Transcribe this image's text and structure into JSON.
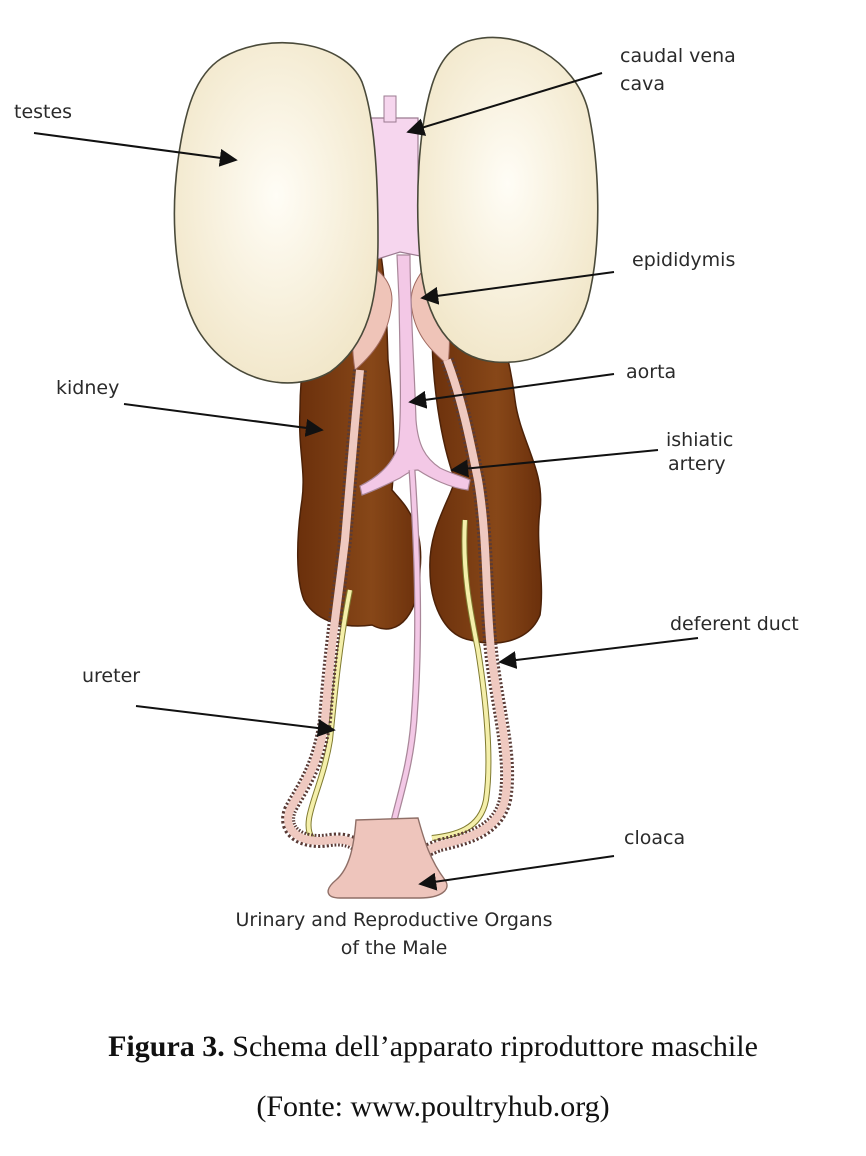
{
  "labels": {
    "testes": "testes",
    "caudal_vena_cava_line1": "caudal vena",
    "caudal_vena_cava_line2": "cava",
    "epididymis": "epididymis",
    "kidney": "kidney",
    "aorta": "aorta",
    "ishiatic_artery_line1": "ishiatic",
    "ishiatic_artery_line2": "artery",
    "deferent_duct": "deferent duct",
    "ureter": "ureter",
    "cloaca": "cloaca"
  },
  "inner_title": {
    "line1": "Urinary and Reproductive Organs",
    "line2": "of the Male"
  },
  "caption": {
    "figure_label": "Figura 3.",
    "text": " Schema dell’apparato riproduttore maschile",
    "source": "(Fonte: www.poultryhub.org)"
  },
  "colors": {
    "testis_fill": "#f4ecd3",
    "kidney_fill": "#7a3a12",
    "vessel_fill": "#f3c8e6",
    "epididymis_fill": "#efc4b8",
    "cloaca_fill": "#eec5bc",
    "ureter_fill": "#f4efaa",
    "arrow": "#111111"
  }
}
